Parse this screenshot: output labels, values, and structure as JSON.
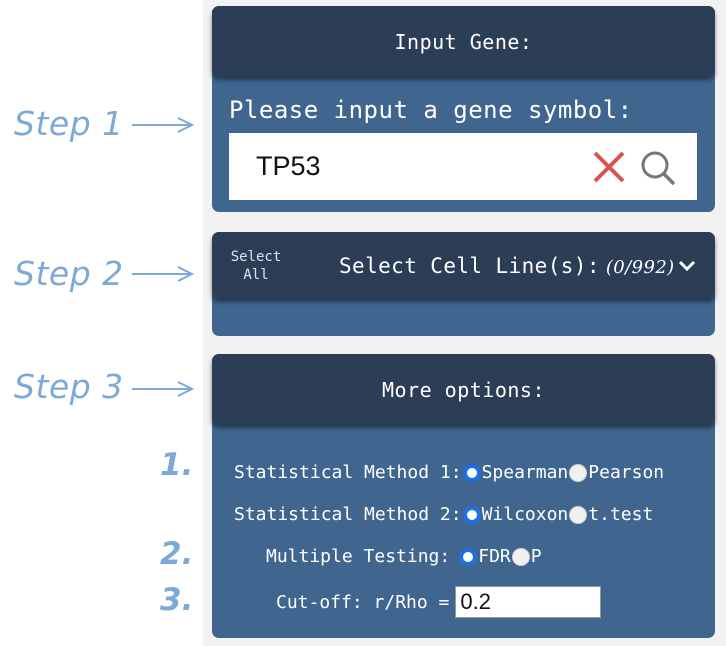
{
  "steps": {
    "step1": "Step 1",
    "step2": "Step 2",
    "step3": "Step 3"
  },
  "option_numbers": {
    "n1": "1.",
    "n2": "2.",
    "n3": "3."
  },
  "input_gene": {
    "header": "Input Gene:",
    "prompt": "Please input a gene symbol:",
    "value": "TP53"
  },
  "cell_lines": {
    "select_all_line1": "Select",
    "select_all_line2": "All",
    "label": "Select Cell Line(s):",
    "count": "(0/992)"
  },
  "more_options": {
    "header": "More options:",
    "stat1": {
      "label": "Statistical Method 1:",
      "options": [
        "Spearman",
        "Pearson"
      ],
      "selected": "Spearman"
    },
    "stat2": {
      "label": "Statistical Method 2:",
      "options": [
        "Wilcoxon",
        "t.test"
      ],
      "selected": "Wilcoxon"
    },
    "multiple": {
      "label": "Multiple Testing:",
      "options": [
        "FDR",
        "P"
      ],
      "selected": "FDR"
    },
    "cutoff": {
      "label": "Cut-off: r/Rho =",
      "value": "0.2"
    }
  },
  "colors": {
    "panel": "#406690",
    "header": "#2b3e55",
    "step_text": "#7da9d6",
    "clear_icon": "#d9534f",
    "radio_selected": "#1f6fe0"
  },
  "icons": {
    "arrow": "right-arrow-icon",
    "clear": "close-icon",
    "search": "search-icon",
    "dropdown": "chevron-down-icon"
  }
}
